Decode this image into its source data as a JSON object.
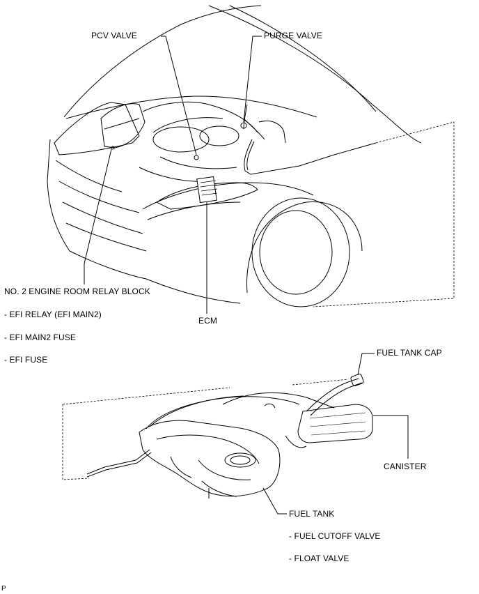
{
  "labels": {
    "pcv_valve": "PCV VALVE",
    "purge_valve": "PURGE VALVE",
    "relay_block": "NO. 2 ENGINE ROOM RELAY BLOCK",
    "relay_block_items": [
      "- EFI RELAY (EFI MAIN2)",
      "- EFI MAIN2 FUSE",
      "- EFI FUSE"
    ],
    "ecm": "ECM",
    "fuel_tank_cap": "FUEL TANK CAP",
    "canister": "CANISTER",
    "fuel_tank": "FUEL TANK",
    "fuel_tank_items": [
      "- FUEL CUTOFF VALVE",
      "- FLOAT VALVE"
    ],
    "corner_mark": "P"
  }
}
